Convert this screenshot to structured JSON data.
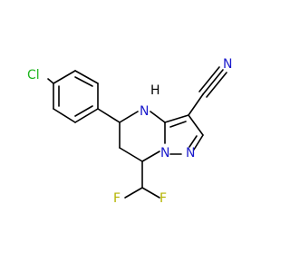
{
  "molecule": {
    "atoms": {
      "cl": {
        "text": "Cl",
        "color": "#1db51d"
      },
      "nh": {
        "text": "N",
        "color": "#1a1acc"
      },
      "h": {
        "text": "H",
        "color": "#000000"
      },
      "n_cyano": {
        "text": "N",
        "color": "#1a1acc"
      },
      "n1": {
        "text": "N",
        "color": "#1a1acc"
      },
      "n2": {
        "text": "N",
        "color": "#1a1acc"
      },
      "f1": {
        "text": "F",
        "color": "#b4b400"
      },
      "f2": {
        "text": "F",
        "color": "#b4b400"
      }
    }
  }
}
